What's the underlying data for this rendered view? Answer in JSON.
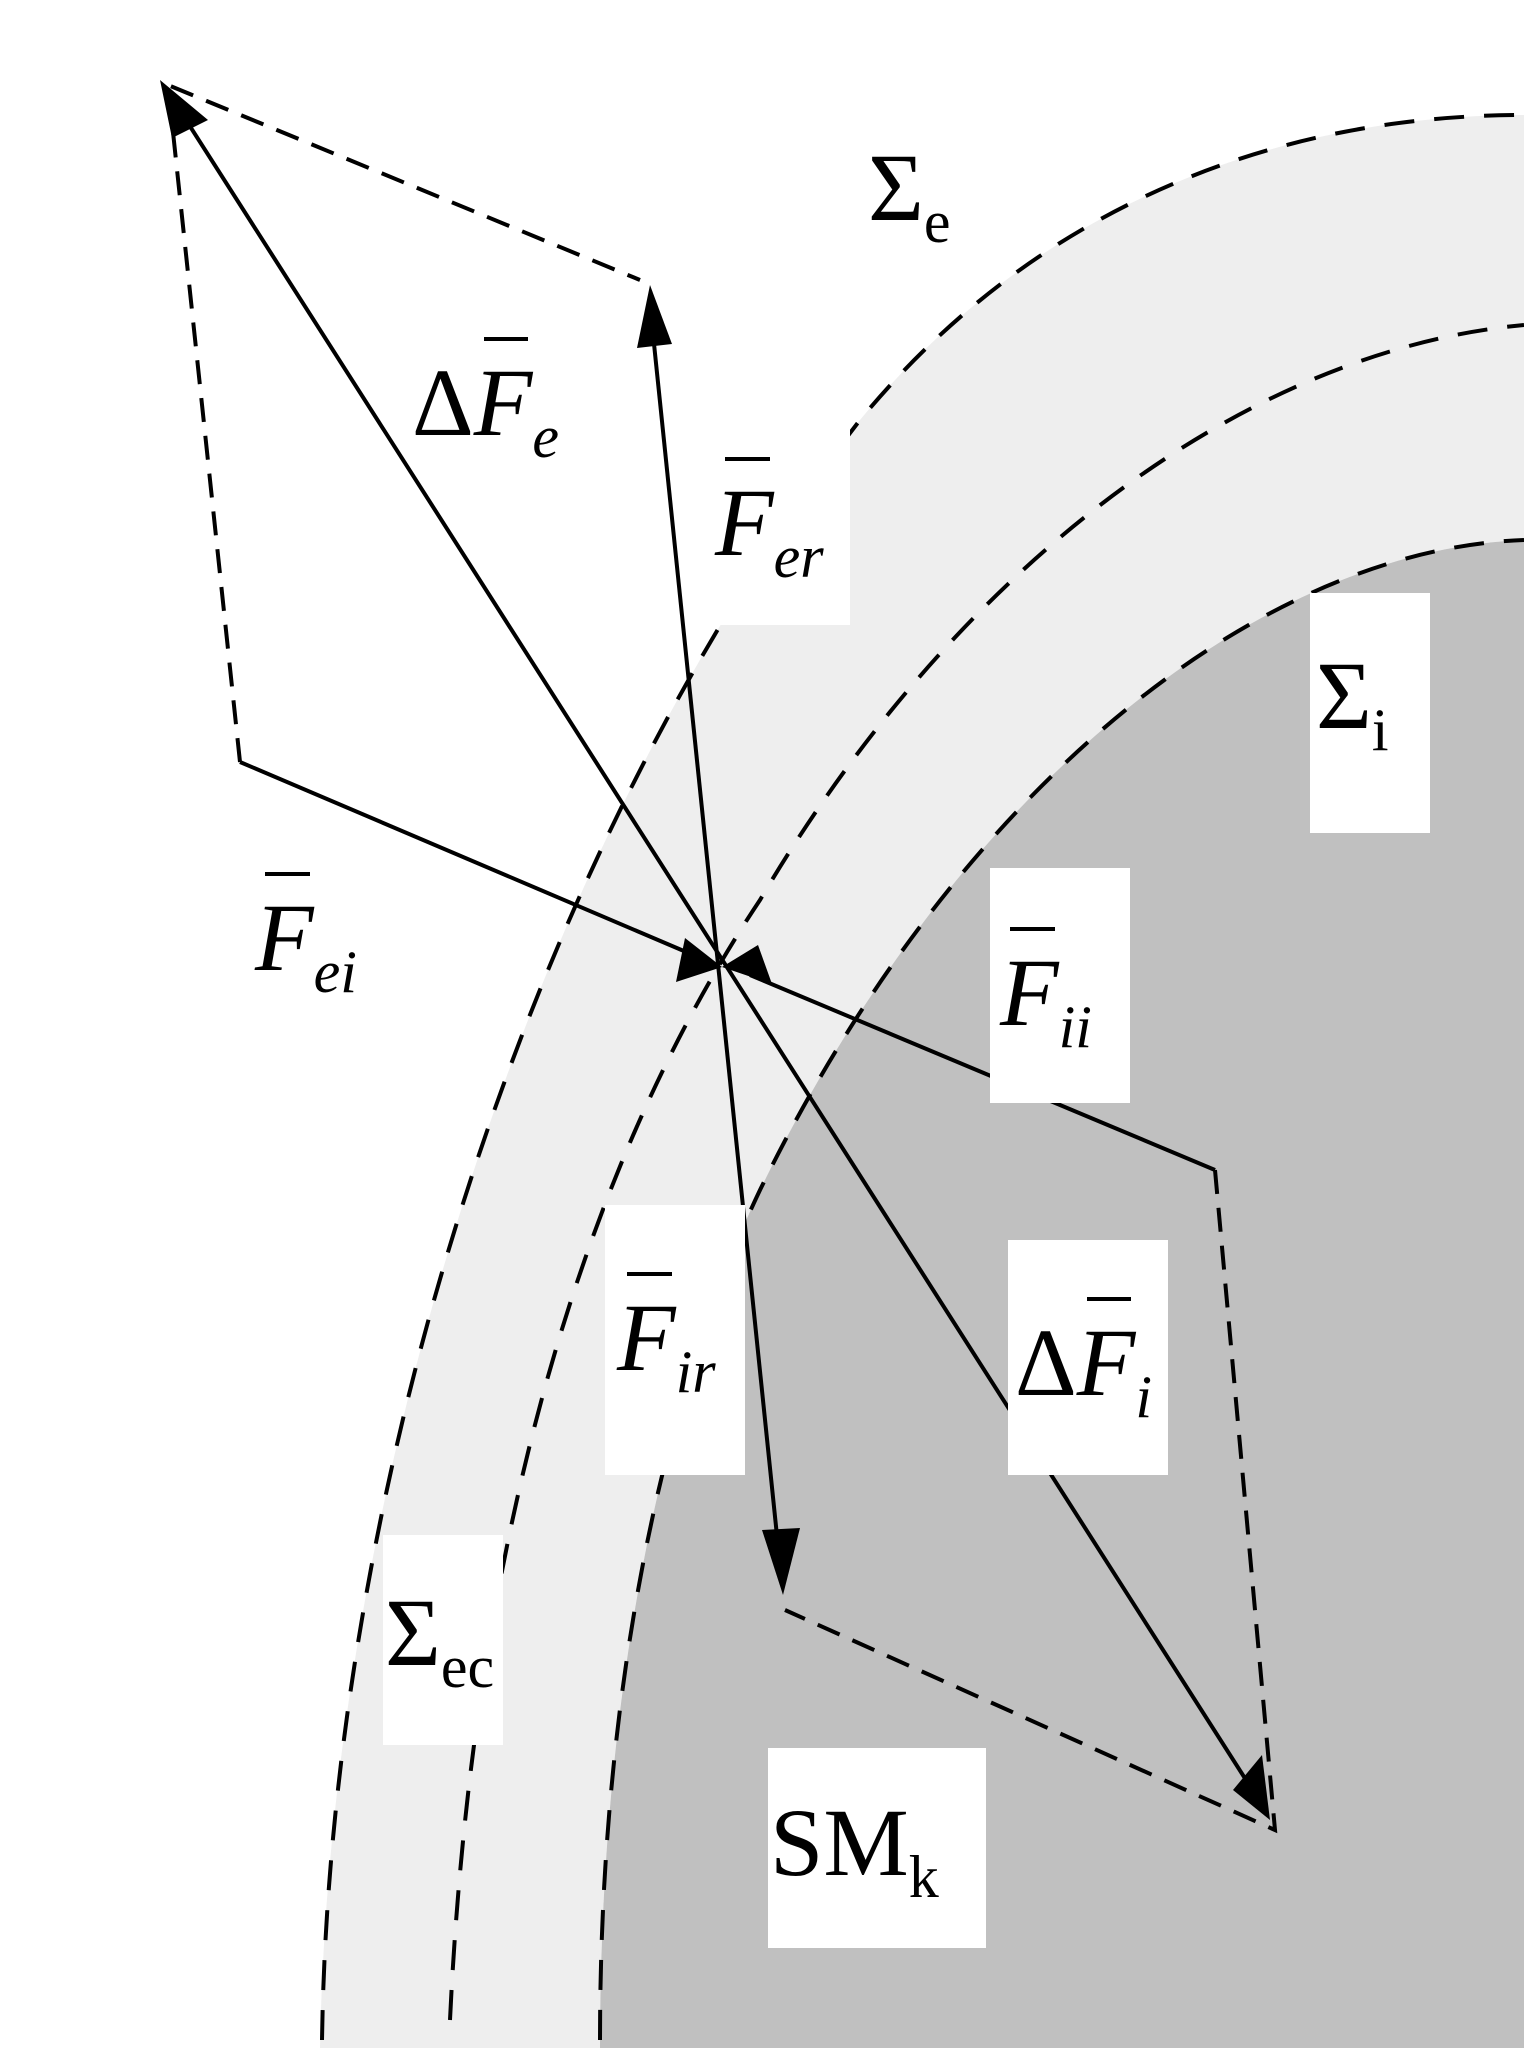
{
  "diagram": {
    "colors": {
      "background": "#ffffff",
      "band": "#eeeeee",
      "core": "#c0c0c0",
      "line": "#000000"
    },
    "regions": {
      "outer_medium": {
        "symbol": "Σ",
        "subscript": "e"
      },
      "inner_medium": {
        "symbol": "Σ",
        "subscript": "i"
      },
      "layer": {
        "symbol": "Σ",
        "subscript": "ec"
      },
      "submarine": {
        "symbol": "SM",
        "subscript": "k"
      }
    },
    "vectors": {
      "delta_fe": {
        "prefix": "Δ",
        "letter": "F",
        "subscript": "e"
      },
      "f_er": {
        "prefix": "",
        "letter": "F",
        "subscript": "er"
      },
      "f_ei": {
        "prefix": "",
        "letter": "F",
        "subscript": "ei"
      },
      "f_ii": {
        "prefix": "",
        "letter": "F",
        "subscript": "ii"
      },
      "f_ir": {
        "prefix": "",
        "letter": "F",
        "subscript": "ir"
      },
      "delta_fi": {
        "prefix": "Δ",
        "letter": "F",
        "subscript": "i"
      }
    }
  }
}
